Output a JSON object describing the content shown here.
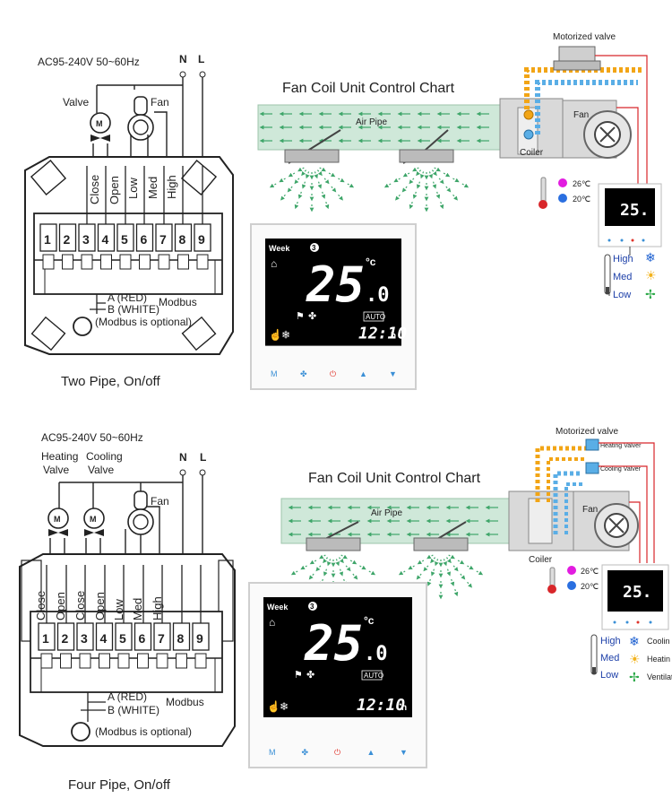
{
  "top": {
    "power_label": "AC95-240V  50~60Hz",
    "n_label": "N",
    "l_label": "L",
    "valve_label": "Valve",
    "fan_label": "Fan",
    "wire_labels": [
      "Close",
      "Open",
      "Low",
      "Med",
      "High"
    ],
    "terminals": [
      "1",
      "2",
      "3",
      "4",
      "5",
      "6",
      "7",
      "8",
      "9"
    ],
    "modbus_a": "A (RED)",
    "modbus_b": "B (WHITE)",
    "modbus_label": "Modbus",
    "modbus_note": "(Modbus is optional)",
    "caption": "Two Pipe, On/off",
    "chart_title": "Fan Coil Unit Control Chart",
    "air_pipe": "Air Pipe",
    "motorized_valve": "Motorized valve",
    "coiler": "Coiler",
    "fan": "Fan",
    "temp_hot": "26℃",
    "temp_cold": "20℃",
    "speeds": [
      "High",
      "Med",
      "Low"
    ]
  },
  "bottom": {
    "power_label": "AC95-240V  50~60Hz",
    "n_label": "N",
    "l_label": "L",
    "heating_valve_label": "Heating",
    "heating_valve_label2": "Valve",
    "cooling_valve_label": "Cooling",
    "cooling_valve_label2": "Valve",
    "fan_label": "Fan",
    "wire_labels": [
      "Close",
      "Open",
      "Close",
      "Open",
      "Low",
      "Med",
      "High"
    ],
    "terminals": [
      "1",
      "2",
      "3",
      "4",
      "5",
      "6",
      "7",
      "8",
      "9"
    ],
    "modbus_a": "A (RED)",
    "modbus_b": "B (WHITE)",
    "modbus_label": "Modbus",
    "modbus_note": "(Modbus is optional)",
    "caption": "Four Pipe, On/off",
    "chart_title": "Fan Coil Unit Control Chart",
    "air_pipe": "Air Pipe",
    "motorized_valve": "Motorized valve",
    "heating_valver": "Heating Valver",
    "cooling_valver": "Cooling Valver",
    "coiler": "Coiler",
    "fan": "Fan",
    "temp_hot": "26℃",
    "temp_cold": "20℃",
    "speeds": [
      "High",
      "Med",
      "Low"
    ],
    "modes": [
      "Coolin",
      "Heatin",
      "Ventilat"
    ]
  },
  "thermostat": {
    "week": "Week",
    "day_num": "3",
    "temp_main": "25",
    "temp_dec": ".0",
    "unit": "°c",
    "mode": "AUTO",
    "time": "12:10",
    "time_unit": "h"
  },
  "colors": {
    "pipe_fill": "#cfe8d9",
    "pipe_arrow": "#3fa66a",
    "hot_pipe": "#f2a516",
    "cold_pipe": "#5aaee6",
    "wire": "#222222",
    "red_wire": "#d8262a",
    "screen": "#000000",
    "btn_blue": "#3a8fd6",
    "btn_red": "#e0342b"
  }
}
